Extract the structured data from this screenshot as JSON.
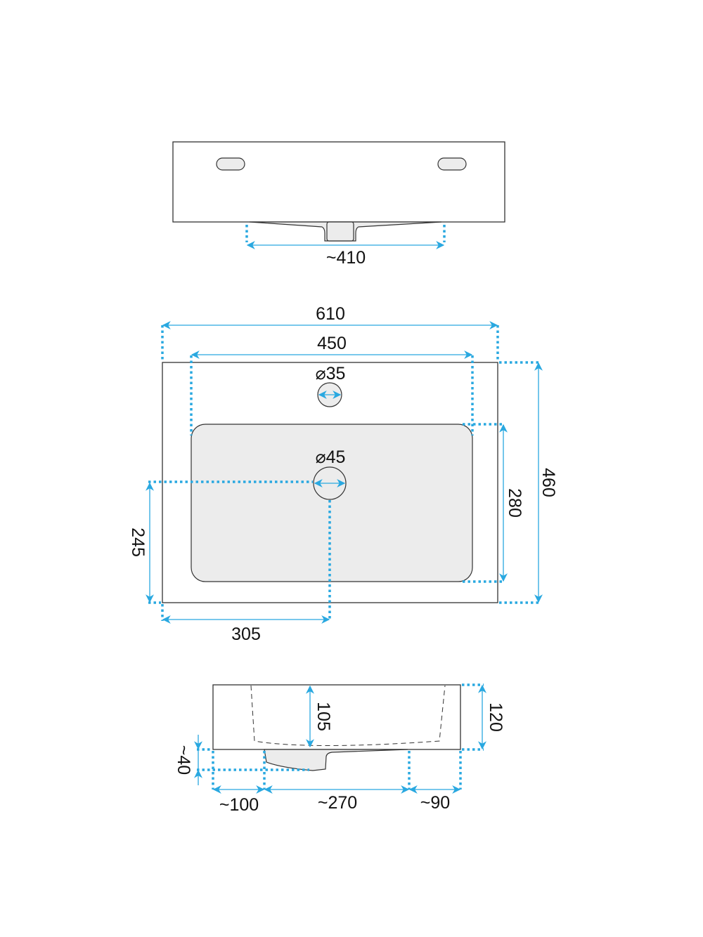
{
  "colors": {
    "dimension": "#29a8e0",
    "outline": "#333333",
    "fill": "#ececec"
  },
  "views": {
    "rear_view": {
      "drain_width": "~410"
    },
    "top_view": {
      "overall_width": "610",
      "basin_width": "450",
      "tap_hole_diameter": "⌀35",
      "drain_hole_diameter": "⌀45",
      "drain_offset_from_front": "245",
      "drain_offset_from_side": "305",
      "basin_depth": "280",
      "overall_depth": "460"
    },
    "side_view": {
      "basin_height": "105",
      "overall_height": "120",
      "drain_protrusion": "~40",
      "front_offset": "~100",
      "drain_length": "~270",
      "rear_offset": "~90"
    }
  }
}
